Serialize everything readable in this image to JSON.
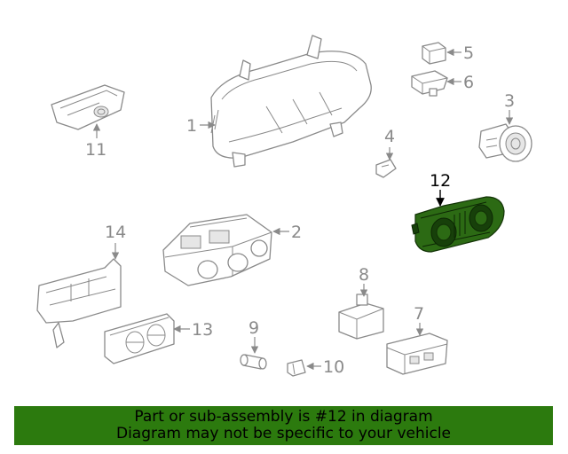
{
  "diagram": {
    "highlight_color": "#2c7a0e",
    "highlighted_part": "12",
    "callouts": [
      "1",
      "2",
      "3",
      "4",
      "5",
      "6",
      "7",
      "8",
      "9",
      "10",
      "11",
      "12",
      "13",
      "14"
    ]
  },
  "banner": {
    "line1": "Part or sub-assembly is #12 in diagram",
    "line2": "Diagram may not be specific to your vehicle"
  }
}
